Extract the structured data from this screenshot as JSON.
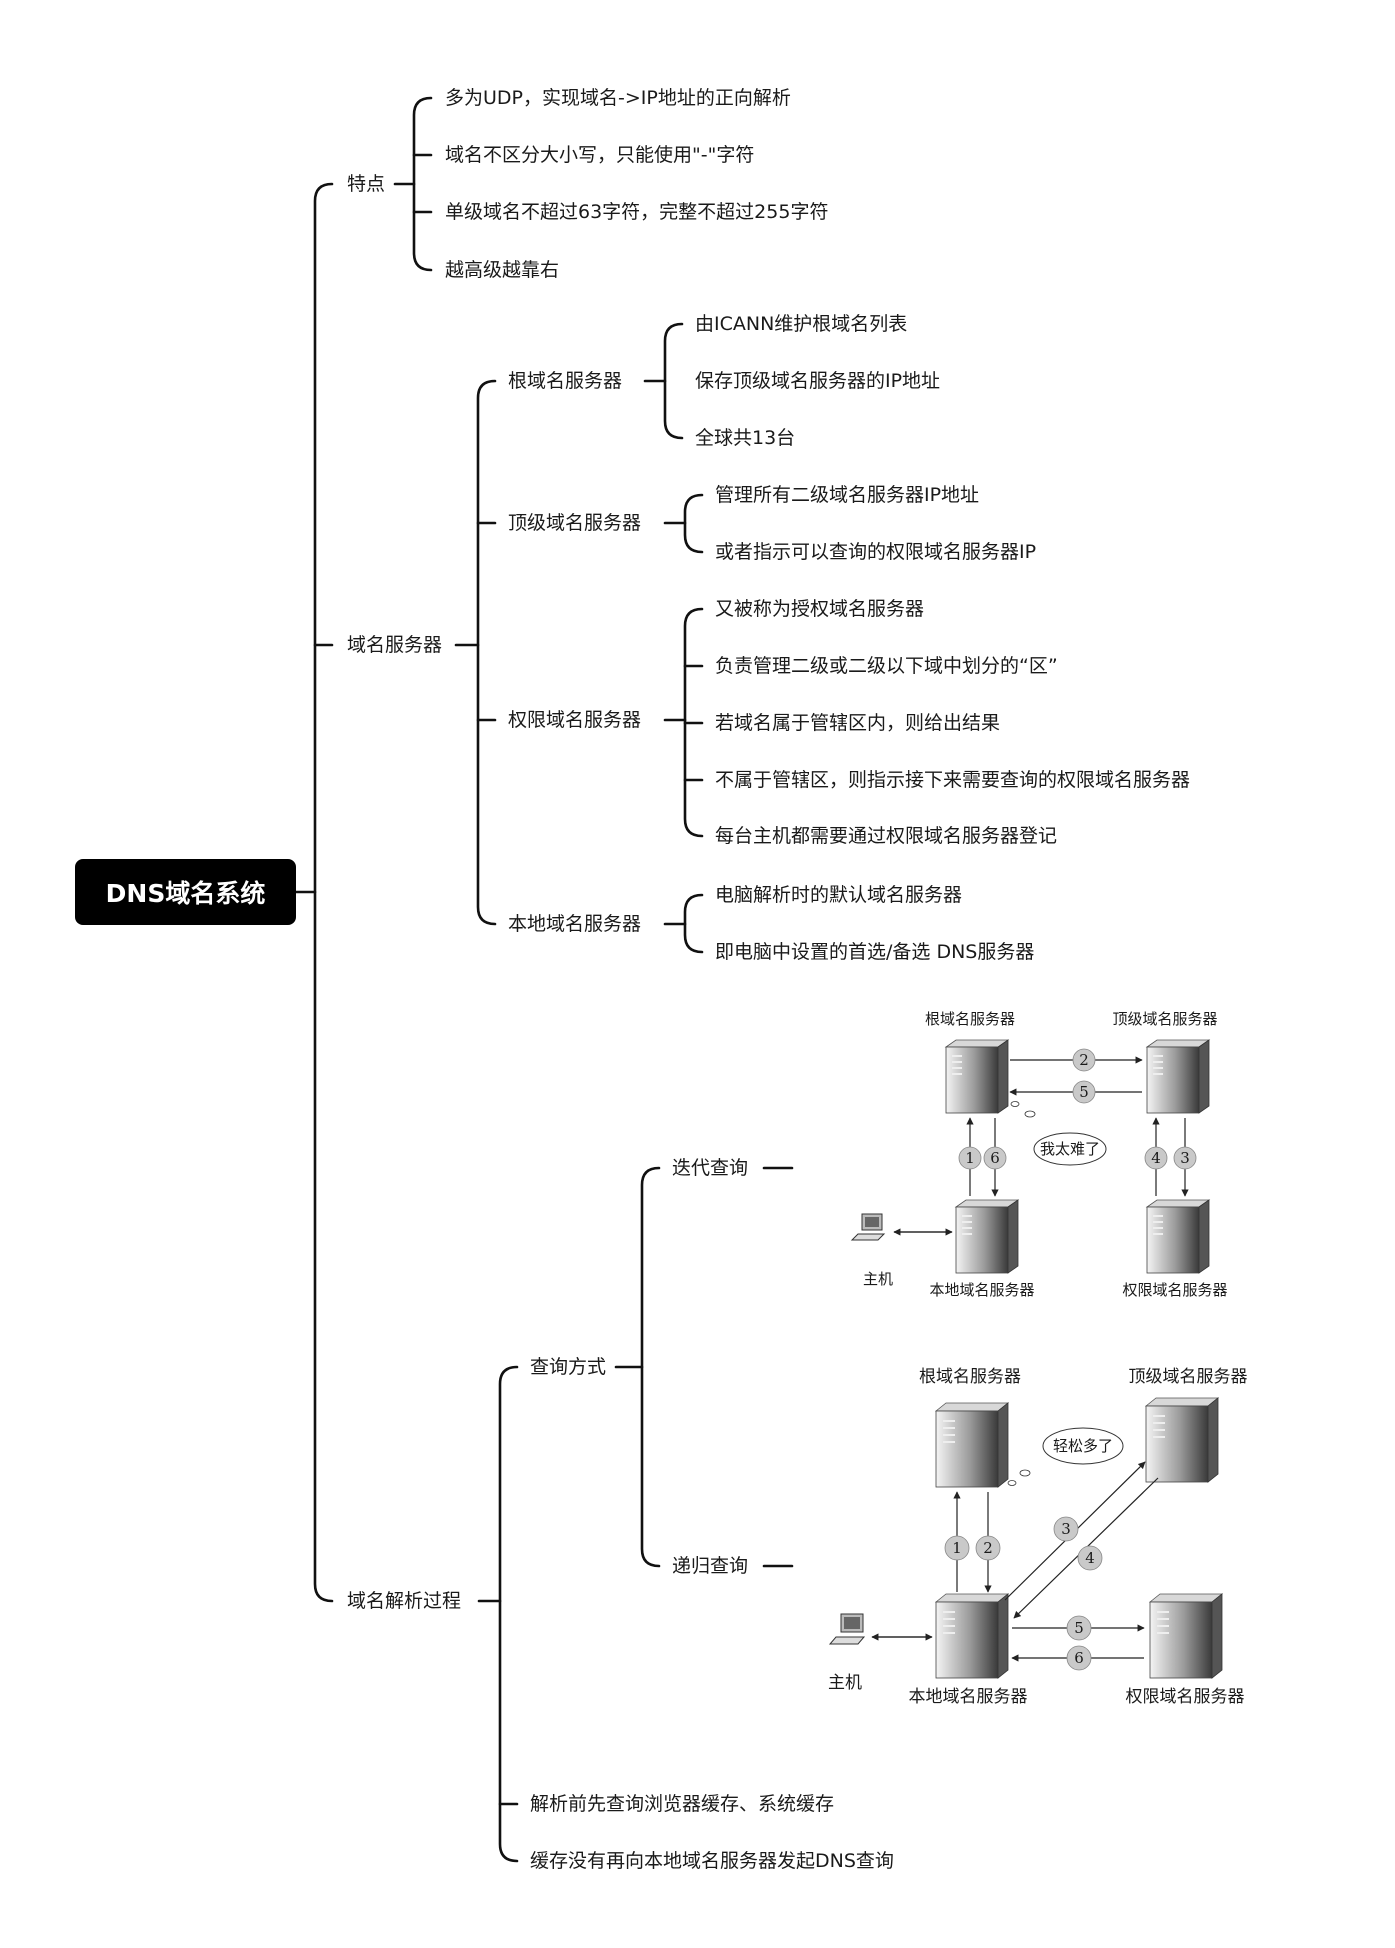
{
  "root": "DNS域名系统",
  "features": {
    "title": "特点",
    "items": [
      "多为UDP，实现域名->IP地址的正向解析",
      "域名不区分大小写，只能使用\"-\"字符",
      "单级域名不超过63字符，完整不超过255字符",
      "越高级越靠右"
    ]
  },
  "servers": {
    "title": "域名服务器",
    "root": {
      "title": "根域名服务器",
      "items": [
        "由ICANN维护根域名列表",
        "保存顶级域名服务器的IP地址",
        "全球共13台"
      ]
    },
    "tld": {
      "title": "顶级域名服务器",
      "items": [
        "管理所有二级域名服务器IP地址",
        "或者指示可以查询的权限域名服务器IP"
      ]
    },
    "auth": {
      "title": "权限域名服务器",
      "items": [
        "又被称为授权域名服务器",
        "负责管理二级或二级以下域中划分的“区”",
        "若域名属于管辖区内，则给出结果",
        "不属于管辖区，则指示接下来需要查询的权限域名服务器",
        "每台主机都需要通过权限域名服务器登记"
      ]
    },
    "local": {
      "title": "本地域名服务器",
      "items": [
        "电脑解析时的默认域名服务器",
        "即电脑中设置的首选/备选 DNS服务器"
      ]
    }
  },
  "resolution": {
    "title": "域名解析过程",
    "method": {
      "title": "查询方式",
      "iterative": "迭代查询",
      "recursive": "递归查询"
    },
    "items": [
      "解析前先查询浏览器缓存、系统缓存",
      "缓存没有再向本地域名服务器发起DNS查询"
    ]
  },
  "figures": {
    "iterative": {
      "root_server": "根域名服务器",
      "tld_server": "顶级域名服务器",
      "local_server": "本地域名服务器",
      "auth_server": "权限域名服务器",
      "host": "主机",
      "bubble": "我太难了",
      "steps": [
        "1",
        "2",
        "3",
        "4",
        "5",
        "6"
      ]
    },
    "recursive": {
      "root_server": "根域名服务器",
      "tld_server": "顶级域名服务器",
      "local_server": "本地域名服务器",
      "auth_server": "权限域名服务器",
      "host": "主机",
      "bubble": "轻松多了",
      "steps": [
        "1",
        "2",
        "3",
        "4",
        "5",
        "6"
      ]
    }
  }
}
